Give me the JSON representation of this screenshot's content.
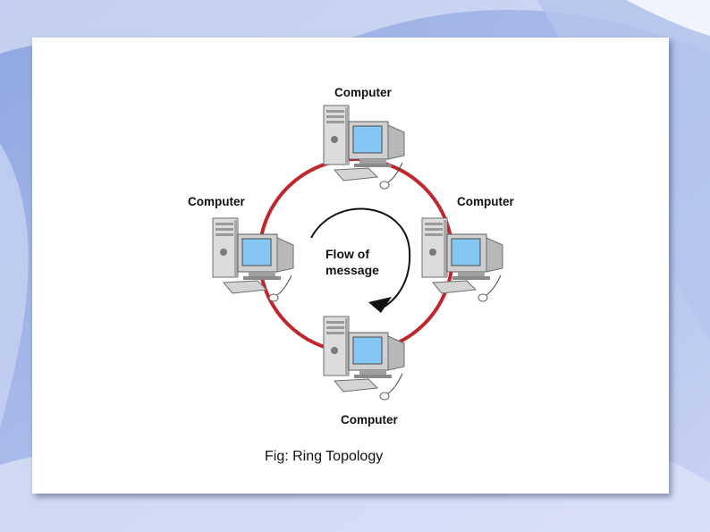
{
  "diagram": {
    "labels": {
      "top": "Computer",
      "left": "Computer",
      "right": "Computer",
      "bottom": "Computer"
    },
    "flow_label_line1": "Flow of",
    "flow_label_line2": "message"
  },
  "caption": "Fig: Ring Topology",
  "colors": {
    "ring": "#c0262b",
    "screen": "#86c6f2",
    "background": "#a9bbe8"
  }
}
